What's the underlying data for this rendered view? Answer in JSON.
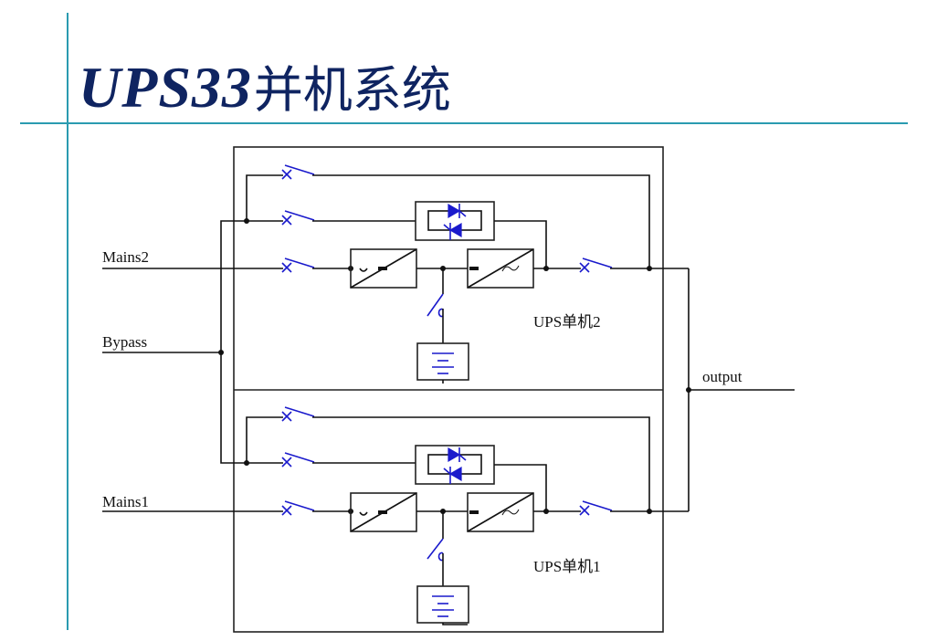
{
  "title": {
    "latin": "UPS33",
    "cjk": "并机系统"
  },
  "colors": {
    "title": "#0f2461",
    "guides": "#2a9bb0",
    "wiring": "#111111",
    "switches": "#1a1acc"
  },
  "inputs": {
    "mains2": "Mains2",
    "bypass": "Bypass",
    "mains1": "Mains1"
  },
  "output_label": "output",
  "units": [
    {
      "label": "UPS单机2",
      "components": [
        "maintenance-bypass-switch",
        "static-bypass-switch",
        "static-switch-thyristors",
        "input-switch",
        "rectifier",
        "battery-switch",
        "battery",
        "inverter",
        "output-switch"
      ]
    },
    {
      "label": "UPS单机1",
      "components": [
        "maintenance-bypass-switch",
        "static-bypass-switch",
        "static-switch-thyristors",
        "input-switch",
        "rectifier",
        "battery-switch",
        "battery",
        "inverter",
        "output-switch"
      ]
    }
  ],
  "symbols": {
    "rectifier": "~ / —",
    "inverter": "— / ∽"
  }
}
